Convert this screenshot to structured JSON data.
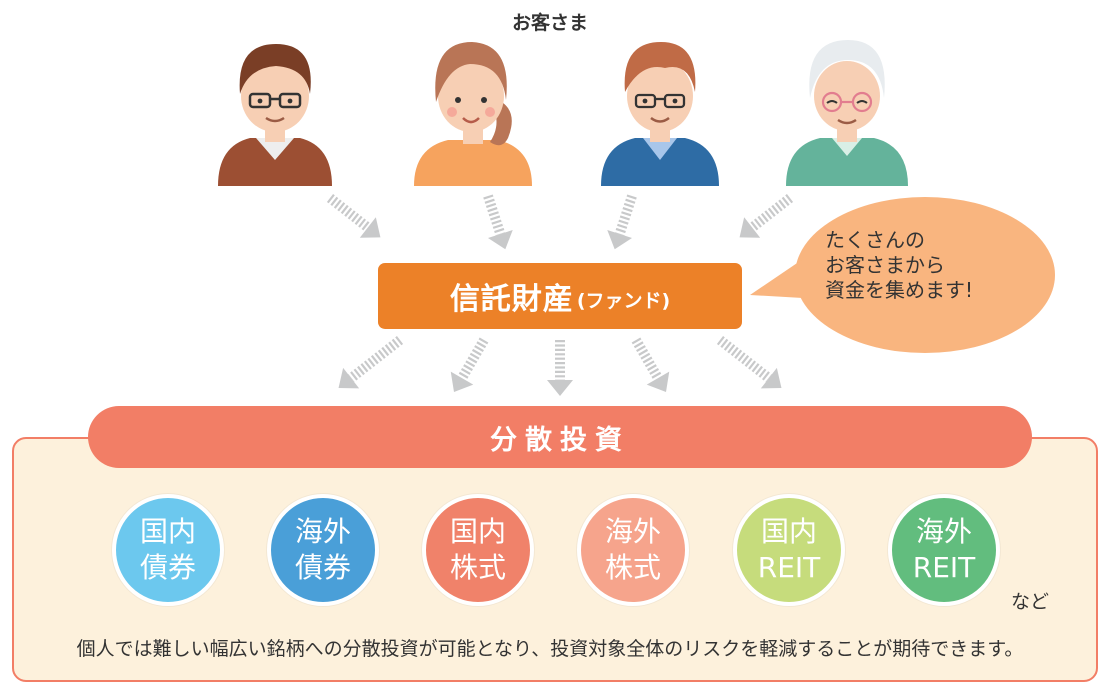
{
  "customers": {
    "label": "お客さま"
  },
  "fund": {
    "main": "信託財産",
    "sub": "(ファンド)"
  },
  "bubble": {
    "lines": [
      "たくさんの",
      "お客さまから",
      "資金を集めます!"
    ]
  },
  "diversify": {
    "label": "分散投資"
  },
  "assets": [
    {
      "line1": "国内",
      "line2": "債券",
      "color": "#6cc8ee"
    },
    {
      "line1": "海外",
      "line2": "債券",
      "color": "#4a9fd8"
    },
    {
      "line1": "国内",
      "line2": "株式",
      "color": "#f0826a"
    },
    {
      "line1": "海外",
      "line2": "株式",
      "color": "#f6a48c"
    },
    {
      "line1": "国内",
      "line2": "REIT",
      "color": "#c6dc7c"
    },
    {
      "line1": "海外",
      "line2": "REIT",
      "color": "#62bd7e"
    }
  ],
  "etc_label": "など",
  "footnote": "個人では難しい幅広い銘柄への分散投資が可能となり、投資対象全体のリスクを軽減することが期待できます。",
  "colors": {
    "fund": "#ec8128",
    "diversify": "#f27e66",
    "panel_bg": "#fdf1dc",
    "bubble": "#f9b57f",
    "arrow": "#c8c9ca"
  }
}
